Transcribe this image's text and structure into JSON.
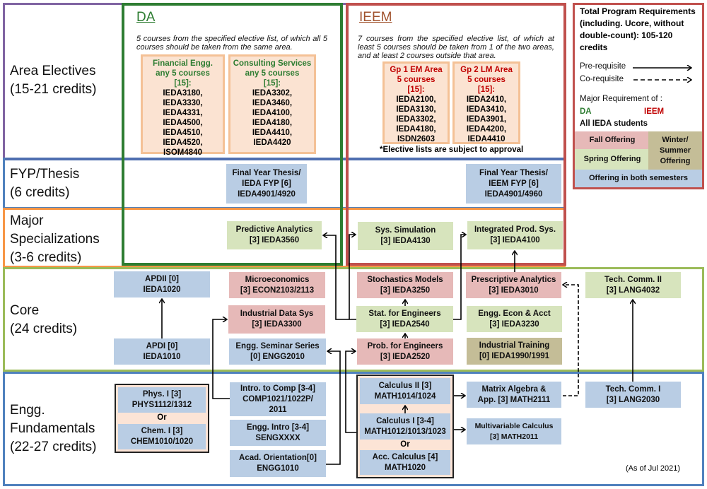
{
  "rows": {
    "area_electives": {
      "title": "Area Electives",
      "credits": "(15-21 credits)"
    },
    "fyp": {
      "title": "FYP/Thesis",
      "credits": "(6 credits)"
    },
    "major_spec": {
      "title": "Major",
      "title2": "Specializations",
      "credits": "(3-6 credits)"
    },
    "core": {
      "title": "Core",
      "credits": "(24 credits)"
    },
    "engg_fund": {
      "title": "Engg.",
      "title2": "Fundamentals",
      "credits": "(22-27 credits)"
    }
  },
  "da": {
    "title": "DA",
    "description": "5 courses from the specified elective list, of which all 5 courses should be taken from the same area.",
    "lists": [
      {
        "head1": "Financial Engg.",
        "head2": "any 5 courses",
        "head3": "[15]:",
        "courses": "IEDA3180, IEDA3330, IEDA4331, IEDA4500, IEDA4510, IEDA4520, ISOM4840"
      },
      {
        "head1": "Consulting Services",
        "head2": "any 5 courses",
        "head3": "[15]:",
        "courses": "IEDA3302, IEDA3460, IEDA4100, IEDA4180, IEDA4410, IEDA4420"
      }
    ]
  },
  "ieem": {
    "title": "IEEM",
    "description": "7 courses from the specified elective list, of which at least 5 courses should be taken from 1 of the two areas, and at least 2 courses outside that area.",
    "lists": [
      {
        "head1": "Gp 1 EM Area",
        "head2": "5 courses",
        "head3": "[15]:",
        "courses": "IEDA2100, IEDA3130, IEDA3302, IEDA4180, ISDN2603"
      },
      {
        "head1": "Gp 2 LM Area",
        "head2": "5 courses",
        "head3": "[15]:",
        "courses": "IEDA2410, IEDA3410, IEDA3901, IEDA4200, IEDA4410"
      }
    ],
    "note": "*Elective lists are subject to approval"
  },
  "courses": {
    "fyp_da": {
      "l1": "Final Year Thesis/",
      "l2": "IEDA FYP [6]",
      "l3": "IEDA4901/4920"
    },
    "fyp_ieem": {
      "l1": "Final Year Thesis/",
      "l2": "IEEM FYP [6]",
      "l3": "IEDA4901/4960"
    },
    "pred_analytics": {
      "l1": "Predictive Analytics",
      "l2": "[3] IEDA3560"
    },
    "sys_sim": {
      "l1": "Sys. Simulation",
      "l2": "[3] IEDA4130"
    },
    "int_prod": {
      "l1": "Integrated Prod. Sys.",
      "l2": "[3] IEDA4100"
    },
    "apdii": {
      "l1": "APDII [0]",
      "l2": "IEDA1020"
    },
    "apdi": {
      "l1": "APDI [0]",
      "l2": "IEDA1010"
    },
    "micro": {
      "l1": "Microeconomics",
      "l2": "[3] ECON2103/2113"
    },
    "ind_data": {
      "l1": "Industrial Data Sys",
      "l2": "[3] IEDA3300"
    },
    "seminar": {
      "l1": "Engg. Seminar Series",
      "l2": "[0] ENGG2010"
    },
    "stoch": {
      "l1": "Stochastics Models",
      "l2": "[3] IEDA3250"
    },
    "stat": {
      "l1": "Stat. for Engineers",
      "l2": "[3] IEDA2540"
    },
    "prob": {
      "l1": "Prob. for Engineers",
      "l2": "[3] IEDA2520"
    },
    "presc": {
      "l1": "Prescriptive Analytics",
      "l2": "[3] IEDA3010"
    },
    "econ_acct": {
      "l1": "Engg. Econ & Acct",
      "l2": "[3] IEDA3230"
    },
    "ind_train": {
      "l1": "Industrial Training",
      "l2": "[0] IEDA1990/1991"
    },
    "tech2": {
      "l1": "Tech. Comm. II",
      "l2": "[3] LANG4032"
    },
    "phys": {
      "l1": "Phys. I [3]",
      "l2": "PHYS1112/1312"
    },
    "chem": {
      "l1": "Chem. I [3]",
      "l2": "CHEM1010/1020"
    },
    "intro_comp": {
      "l1": "Intro. to Comp [3-4]",
      "l2": "COMP1021/1022P/",
      "l3": "2011"
    },
    "engg_intro": {
      "l1": "Engg. Intro [3-4]",
      "l2": "SENGXXXX"
    },
    "acad": {
      "l1": "Acad. Orientation[0]",
      "l2": "ENGG1010"
    },
    "calc2": {
      "l1": "Calculus II [3]",
      "l2": "MATH1014/1024"
    },
    "calc1": {
      "l1": "Calculus I [3-4]",
      "l2": "MATH1012/1013/1023"
    },
    "acc_calc": {
      "l1": "Acc. Calculus [4]",
      "l2": "MATH1020"
    },
    "matrix": {
      "l1": "Matrix Algebra &",
      "l2": "App. [3] MATH2111"
    },
    "multivar": {
      "l1": "Multivariable Calculus",
      "l2": "[3] MATH2011"
    },
    "tech1": {
      "l1": "Tech. Comm. I",
      "l2": "[3] LANG2030"
    }
  },
  "or_label": "Or",
  "legend": {
    "total": "Total Program Requirements (including. Ucore, without double-count): 105-120 credits",
    "prereq": "Pre-requisite",
    "coreq": "Co-requisite",
    "major_req": "Major Requirement of :",
    "da": "DA",
    "ieem": "IEEM",
    "all": "All IEDA students",
    "fall": "Fall Offering",
    "spring": "Spring Offering",
    "winter": "Winter/ Summer Offering",
    "both": "Offering in both semesters"
  },
  "colors": {
    "da_green": "#2e7d32",
    "ieem_red": "#c0504d",
    "fall": "#e6b9b8",
    "spring": "#d7e4bd",
    "winter": "#c4bd97",
    "both": "#b9cde4"
  },
  "as_of": "(As of Jul 2021)"
}
